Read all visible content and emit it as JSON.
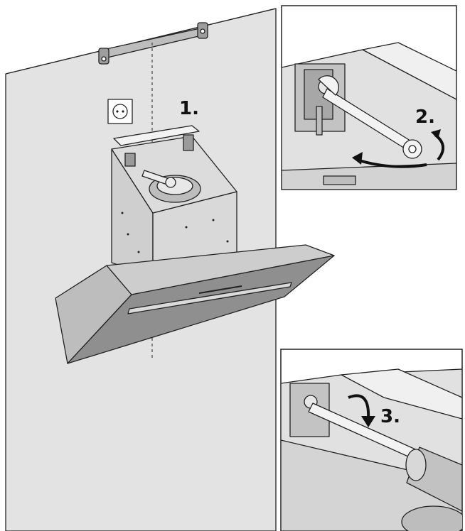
{
  "steps": [
    {
      "label": "1."
    },
    {
      "label": "2."
    },
    {
      "label": "3."
    }
  ],
  "colors": {
    "wall": "#e2e2e2",
    "body": "#c9c9c9",
    "body_dark": "#a9a9a9",
    "glass": "#8e8e8e",
    "line": "#222222",
    "white": "#ffffff"
  },
  "icons": [
    "mounting-bracket-icon",
    "wall-socket-icon",
    "wrench-icon",
    "screwdriver-icon",
    "rotation-arrow-icon"
  ]
}
